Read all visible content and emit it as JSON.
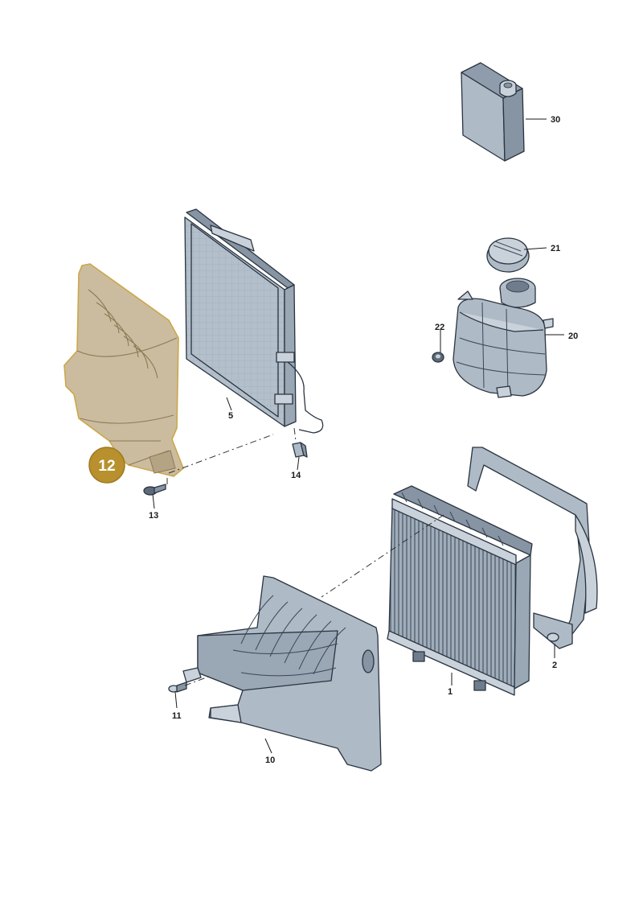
{
  "diagram": {
    "colors": {
      "part_fill": "#aebac6",
      "part_fill_light": "#c9d2db",
      "part_fill_dark": "#8694a3",
      "outline": "#2a3440",
      "highlight_fill": "#c9b99a",
      "highlight_outline": "#c9a340",
      "badge_fill": "#b8902d"
    },
    "highlighted_part": {
      "number": "12",
      "icon": "air-duct-icon"
    },
    "parts": [
      {
        "number": "30",
        "icon": "coolant-bottle-icon"
      },
      {
        "number": "21",
        "icon": "reservoir-cap-icon"
      },
      {
        "number": "22",
        "icon": "nut-icon"
      },
      {
        "number": "20",
        "icon": "expansion-tank-icon"
      },
      {
        "number": "5",
        "icon": "condenser-icon"
      },
      {
        "number": "14",
        "icon": "clip-icon"
      },
      {
        "number": "13",
        "icon": "bolt-icon"
      },
      {
        "number": "2",
        "icon": "radiator-frame-icon"
      },
      {
        "number": "1",
        "icon": "radiator-icon"
      },
      {
        "number": "11",
        "icon": "push-rivet-icon"
      },
      {
        "number": "10",
        "icon": "air-duct-icon"
      }
    ]
  }
}
